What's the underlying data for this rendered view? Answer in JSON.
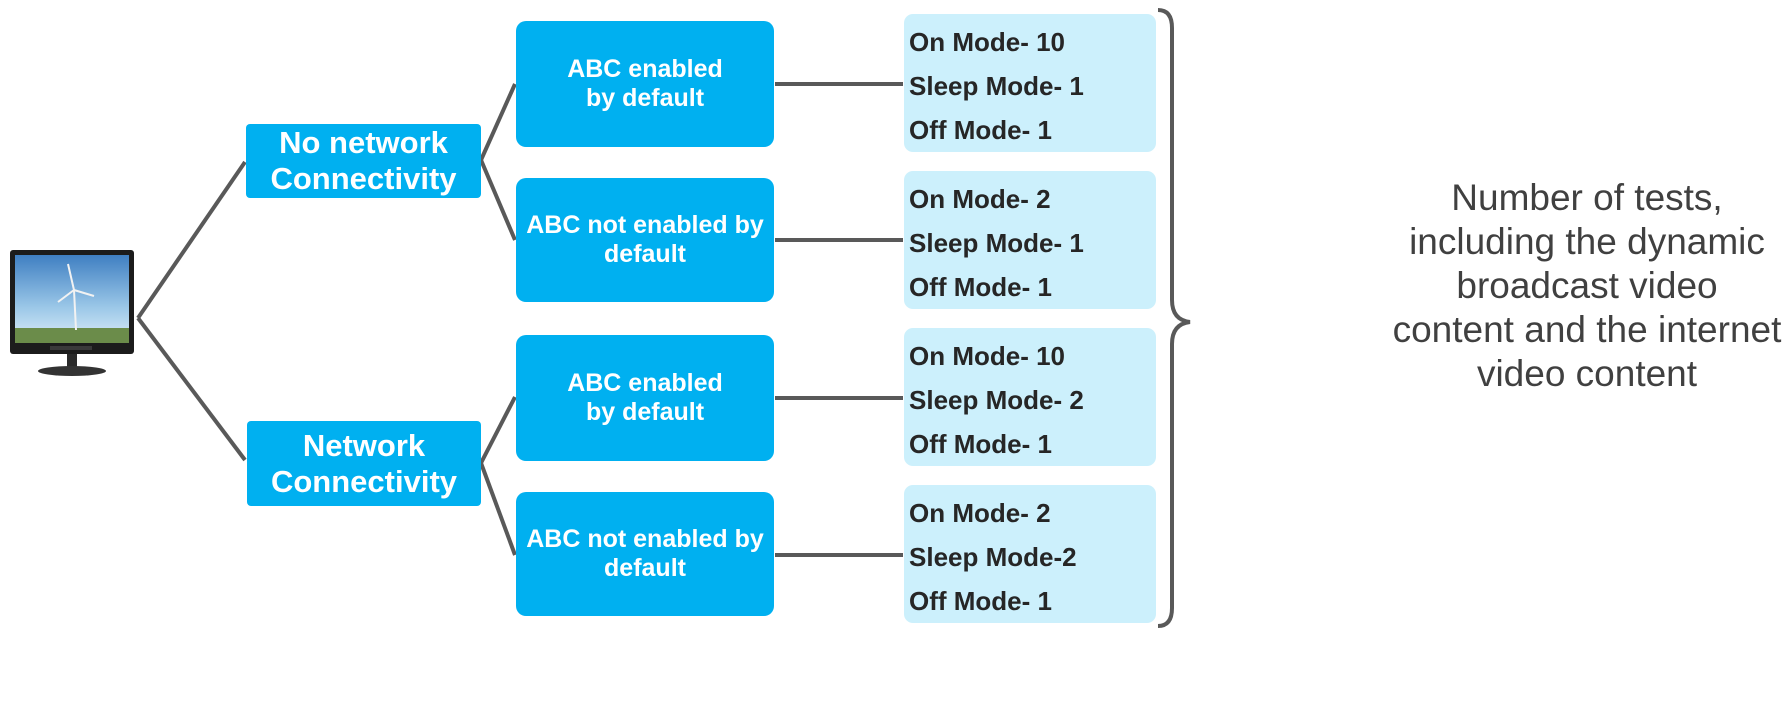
{
  "device": {
    "icon": "monitor-icon"
  },
  "connectivity": [
    {
      "label": "No network Connectivity"
    },
    {
      "label": "Network Connectivity"
    }
  ],
  "abc": [
    {
      "label": "ABC enabled by default"
    },
    {
      "label": "ABC not enabled by default"
    },
    {
      "label": "ABC enabled by default"
    },
    {
      "label": "ABC not enabled by default"
    }
  ],
  "results": [
    {
      "on": "On Mode- 10",
      "sleep": "Sleep Mode- 1",
      "off": "Off Mode- 1"
    },
    {
      "on": "On Mode- 2",
      "sleep": "Sleep Mode- 1",
      "off": "Off Mode- 1"
    },
    {
      "on": "On Mode- 10",
      "sleep": "Sleep Mode- 2",
      "off": "Off Mode- 1"
    },
    {
      "on": "On Mode- 2",
      "sleep": "Sleep Mode-2",
      "off": "Off Mode- 1"
    }
  ],
  "note": "Number of tests, including the dynamic broadcast video content and the internet video content",
  "colors": {
    "box": "#00b0f0",
    "result_bg": "#ccf0fc",
    "line": "#595959"
  }
}
